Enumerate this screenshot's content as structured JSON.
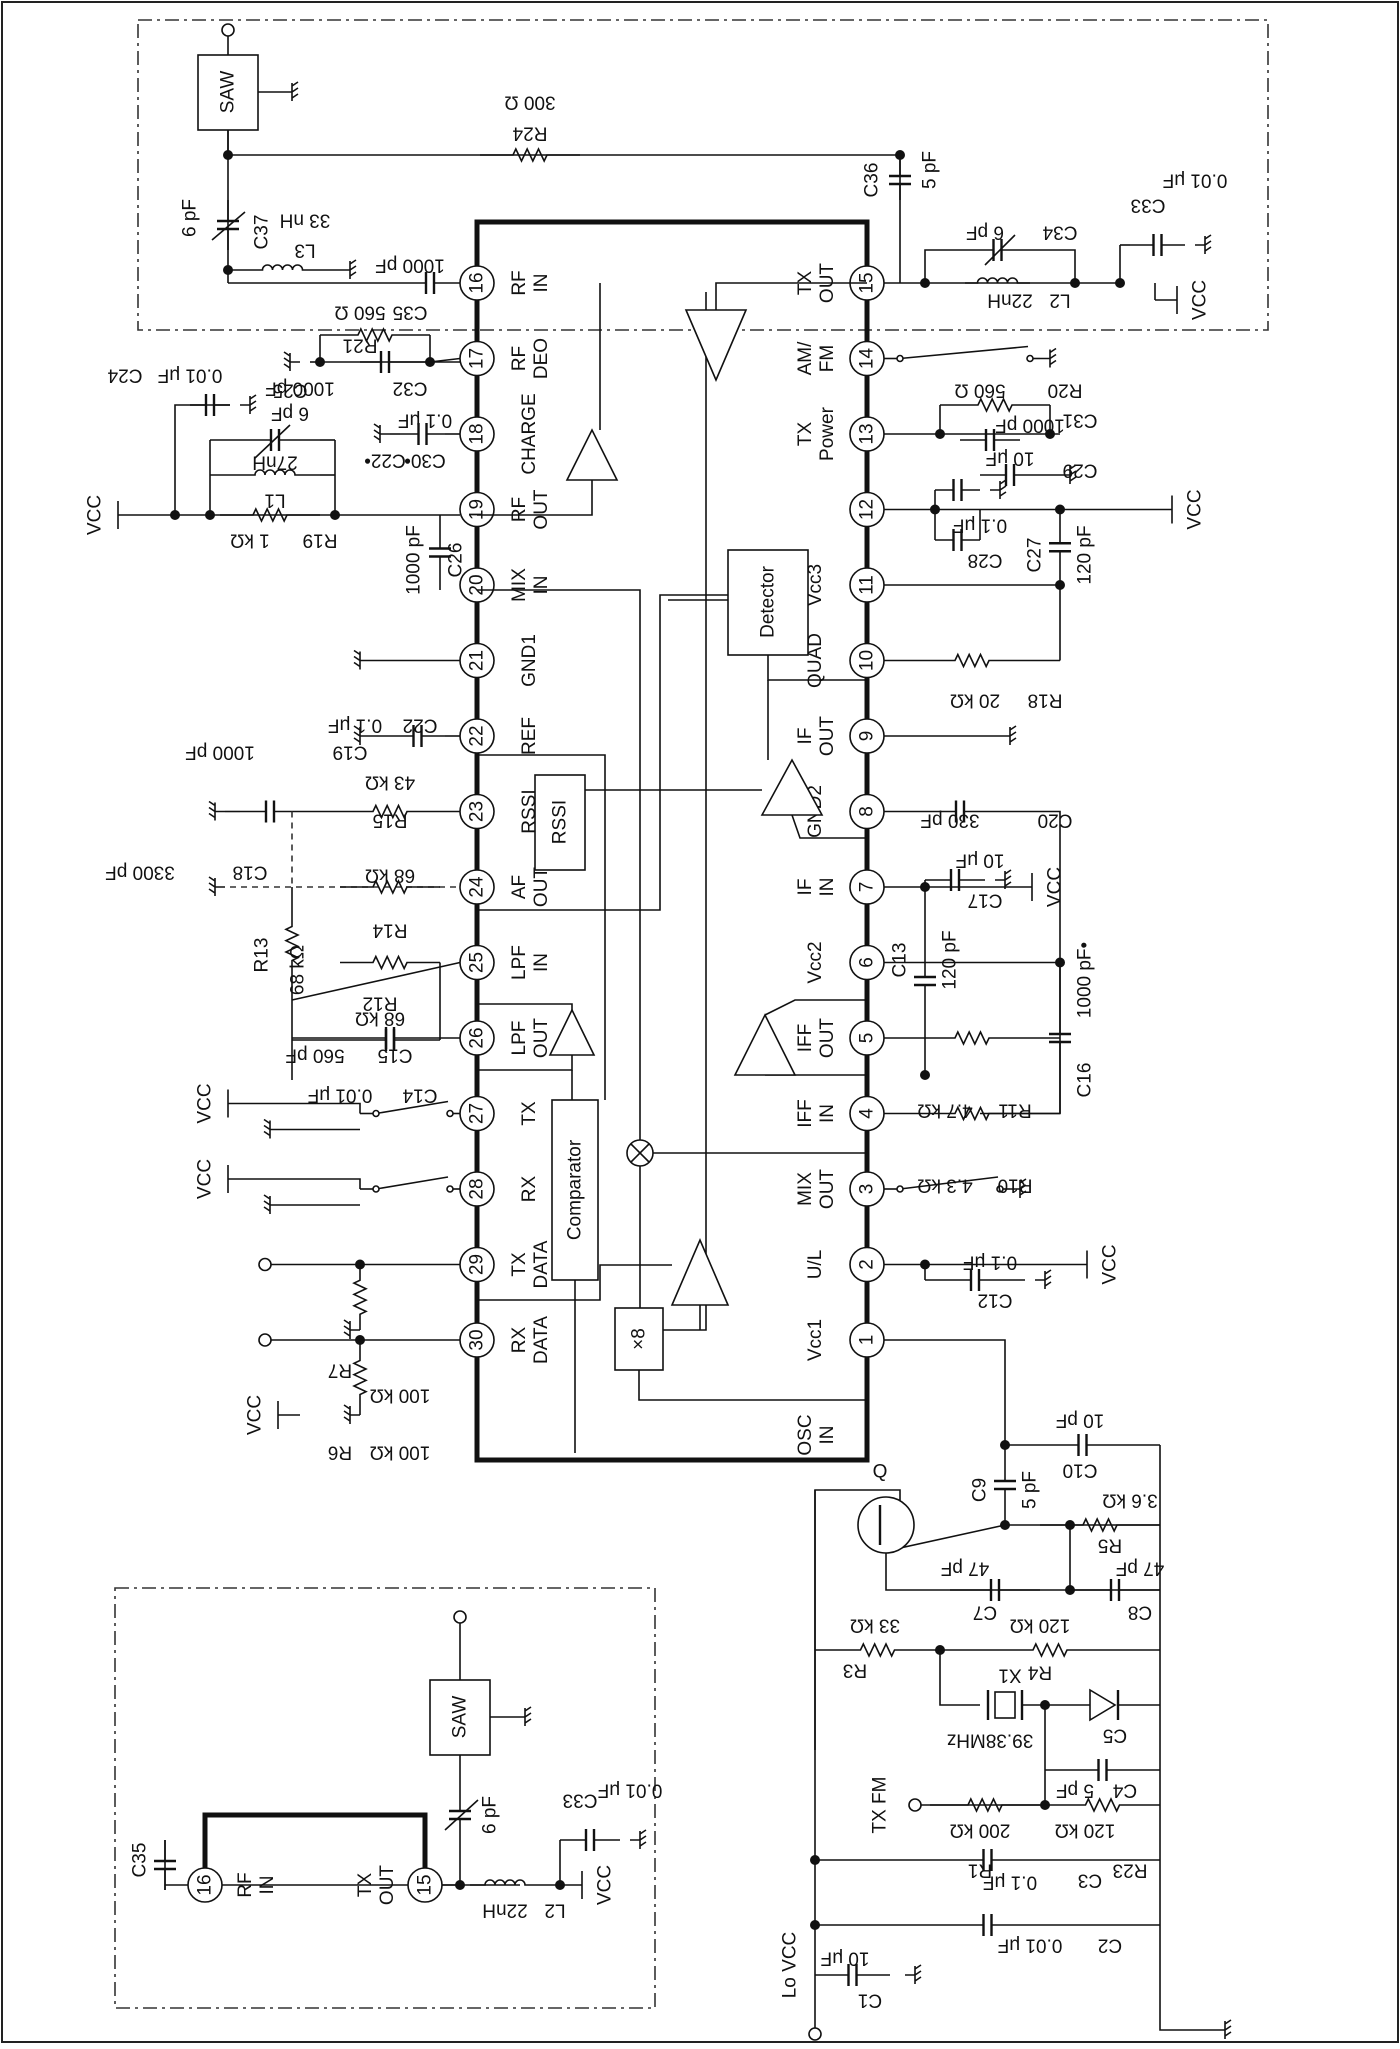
{
  "ic": {
    "left_pins": [
      {
        "num": "16",
        "label": "RF IN"
      },
      {
        "num": "17",
        "label": "RF DEO"
      },
      {
        "num": "18",
        "label": "CHARGE"
      },
      {
        "num": "19",
        "label": "RF OUT"
      },
      {
        "num": "20",
        "label": "MIX IN"
      },
      {
        "num": "21",
        "label": "GND1"
      },
      {
        "num": "22",
        "label": "REF"
      },
      {
        "num": "23",
        "label": "RSSI"
      },
      {
        "num": "24",
        "label": "AF OUT"
      },
      {
        "num": "25",
        "label": "LPF IN"
      },
      {
        "num": "26",
        "label": "LPF OUT"
      },
      {
        "num": "27",
        "label": "TX"
      },
      {
        "num": "28",
        "label": "RX"
      },
      {
        "num": "29",
        "label": "TX DATA"
      },
      {
        "num": "30",
        "label": "RX DATA"
      }
    ],
    "right_pins": [
      {
        "num": "15",
        "label": "TX OUT"
      },
      {
        "num": "14",
        "label": "AM/ FM"
      },
      {
        "num": "13",
        "label": "TX Power"
      },
      {
        "num": "12",
        "label": ""
      },
      {
        "num": "11",
        "label": "Vcc3"
      },
      {
        "num": "10",
        "label": "QUAD"
      },
      {
        "num": "9",
        "label": "IF OUT"
      },
      {
        "num": "8",
        "label": "GND2"
      },
      {
        "num": "7",
        "label": "IF IN"
      },
      {
        "num": "6",
        "label": "Vcc2"
      },
      {
        "num": "5",
        "label": "IFF OUT"
      },
      {
        "num": "4",
        "label": "IFF IN"
      },
      {
        "num": "3",
        "label": "MIX OUT"
      },
      {
        "num": "2",
        "label": "U/L"
      },
      {
        "num": "1",
        "label": "Vcc1"
      }
    ],
    "osc_label": "OSC IN",
    "blocks": {
      "detector": "Detector",
      "rssi": "RSSI",
      "comparator": "Comparator",
      "mult": "×8"
    }
  },
  "components": {
    "saw": "SAW",
    "saw_inset": "SAW",
    "R24": "R24",
    "R24_val": "300 Ω",
    "C36": "C36",
    "C36_val": "5 pF",
    "C37": "C37",
    "C37_val": "6 pF",
    "L3": "L3",
    "L3_val": "33 nH",
    "C35_top": "1000 pF",
    "C35": "C35",
    "R21": "R21",
    "R21_val": "560 Ω",
    "C32": "C32",
    "C32_val": "1000 pF",
    "C25": "C25",
    "C25_val": "6 pF",
    "C24": "C24",
    "C24_val": "0.01 μF",
    "C30": "C30•",
    "C30_val": "0.1 μF",
    "C22_top": "C22•",
    "L1": "L1",
    "L1_val": "27nH",
    "R19": "R19",
    "R19_val": "1 kΩ",
    "C26": "C26",
    "C26_val": "1000 pF",
    "C22": "C22",
    "C22_val": "0.1 μF",
    "C19": "C19",
    "C19_val": "1000 pF",
    "R15": "R15",
    "R15_val": "43 kΩ",
    "C18": "C18",
    "C18_val": "3300 pF",
    "R14": "R14",
    "R14_val": "68 kΩ",
    "R13": "R13",
    "R13_val": "68 kΩ",
    "R12": "R12",
    "R12_val": "68 kΩ",
    "C15": "C15",
    "C15_val": "560 pF",
    "C14": "C14",
    "C14_val": "0.01 μF",
    "R7": "R7",
    "R7_val": "100 kΩ",
    "R6": "R6",
    "R6_val": "100 kΩ",
    "C34": "C34",
    "C34_val": "6 pF",
    "L2": "L2",
    "L2_val": "22nH",
    "C33": "C33",
    "C33_val": "0.01 μF",
    "R20": "R20",
    "R20_val": "560 Ω",
    "C31": "C31",
    "C31_val": "1000 pF",
    "C29": "C29",
    "C29_val": "10 μF",
    "C28": "C28",
    "C28_val": "0.1 μF",
    "C27": "C27",
    "C27_val": "120 pF",
    "R18": "R18",
    "R18_val": "20 kΩ",
    "C20": "C20",
    "C20_val": "330 pF",
    "C17": "C17",
    "C17_val": "10 μF",
    "C13": "C13",
    "C13_val": "120 pF",
    "C16": "C16",
    "C16_val": "1000 pF•",
    "R11": "R11",
    "R11_val": "4.7 kΩ",
    "R10": "R10",
    "R10_val": "4.3 kΩ",
    "C12": "C12",
    "C12_val": "0.1 μF",
    "C10": "C10",
    "C10_val": "10 pF",
    "C9": "C9",
    "C9_val": "5 pF",
    "Q": "Q",
    "R5": "R5",
    "R5_val": "3.6 kΩ",
    "C7": "C7",
    "C7_val": "47 pF",
    "C8": "C8",
    "C8_val": "47 pF",
    "R3": "R3",
    "R3_val": "33 kΩ",
    "R4": "R4",
    "R4_val": "120 kΩ",
    "X1": "X1",
    "X1_val": "39.38MHz",
    "C5": "C5",
    "C4": "C4",
    "C4_val": "5 pF",
    "R1": "R1",
    "R1_val": "200 kΩ",
    "R23": "R23",
    "R23_val": "120 kΩ",
    "C3": "C3",
    "C3_val": "0.1 μF",
    "C2": "C2",
    "C2_val": "0.01 μF",
    "C1": "C1",
    "C1_val": "10 μF",
    "lo_vcc": "Lo VCC",
    "tx_fm": "TX FM",
    "inset_C35": "C35",
    "inset_C33": "C33",
    "inset_C33_val": "0.01 μF",
    "inset_L2": "L2",
    "inset_L2_val": "22nH",
    "inset_6pF": "6 pF",
    "inset_rf_in": "RF IN",
    "inset_tx_out": "TX OUT"
  },
  "supply": "VCC"
}
